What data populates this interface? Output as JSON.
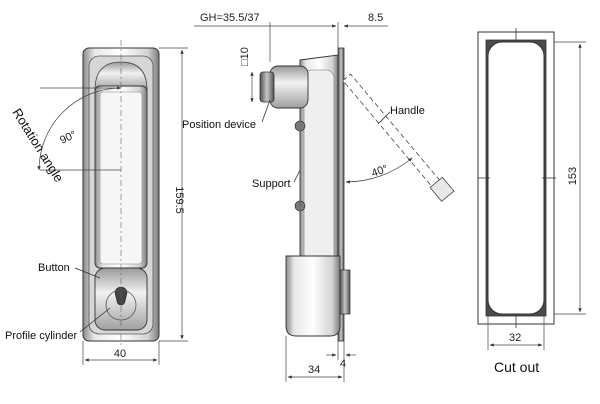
{
  "dimensions": {
    "width_40": "40",
    "height_159_5": "159.5",
    "rotation_90": "90°",
    "gh": "GH=35.5/37",
    "offset_8_5": "8.5",
    "square_10": "□10",
    "angle_40": "40°",
    "depth_34": "34",
    "thickness_4": "4",
    "cutout_height_153": "153",
    "cutout_width_32": "32"
  },
  "labels": {
    "rotation_angle": "Rotation angle",
    "button": "Button",
    "profile_cylinder": "Profile cylinder",
    "position_device": "Position device",
    "support": "Support",
    "handle": "Handle",
    "cut_out": "Cut out"
  }
}
